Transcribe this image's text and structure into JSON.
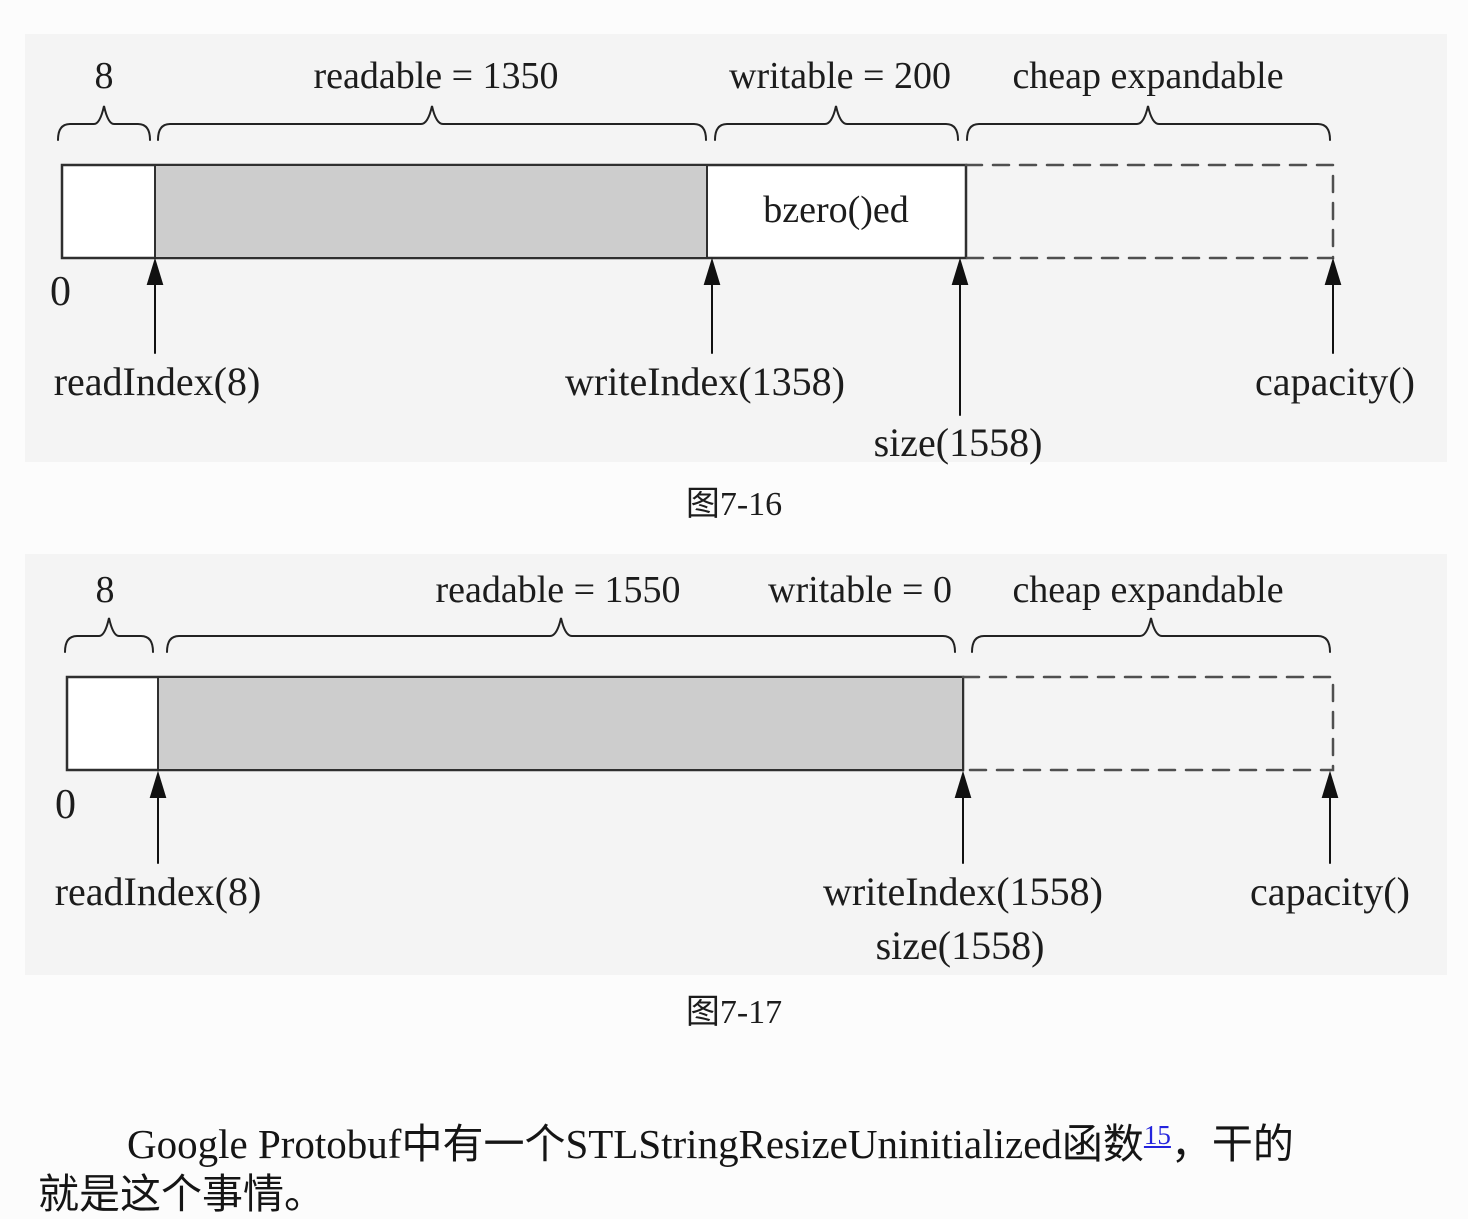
{
  "figure1": {
    "prepend_size": "8",
    "readable_label": "readable = 1350",
    "writable_label": "writable = 200",
    "expandable_label": "cheap expandable",
    "bzero_label": "bzero()ed",
    "origin_label": "0",
    "read_index_label": "readIndex(8)",
    "write_index_label": "writeIndex(1358)",
    "size_label": "size(1558)",
    "capacity_label": "capacity()",
    "caption": "图7-16"
  },
  "figure2": {
    "prepend_size": "8",
    "readable_label": "readable = 1550",
    "writable_label": "writable = 0",
    "expandable_label": "cheap expandable",
    "origin_label": "0",
    "read_index_label": "readIndex(8)",
    "write_index_label": "writeIndex(1558)",
    "size_label": "size(1558)",
    "capacity_label": "capacity()",
    "caption": "图7-17"
  },
  "paragraph": {
    "line1_text": "Google Protobuf中有一个STLStringResizeUninitialized函数",
    "footnote_ref": "15",
    "line1_tail": "，干的",
    "line2_text": "就是这个事情。"
  },
  "colors": {
    "readable_fill": "#cdcdcd",
    "outline": "#2f2f2f",
    "dashed_outline": "#4f4f4f",
    "footnote_link": "#2424dd",
    "scan_wash": "#f4f4f4"
  }
}
